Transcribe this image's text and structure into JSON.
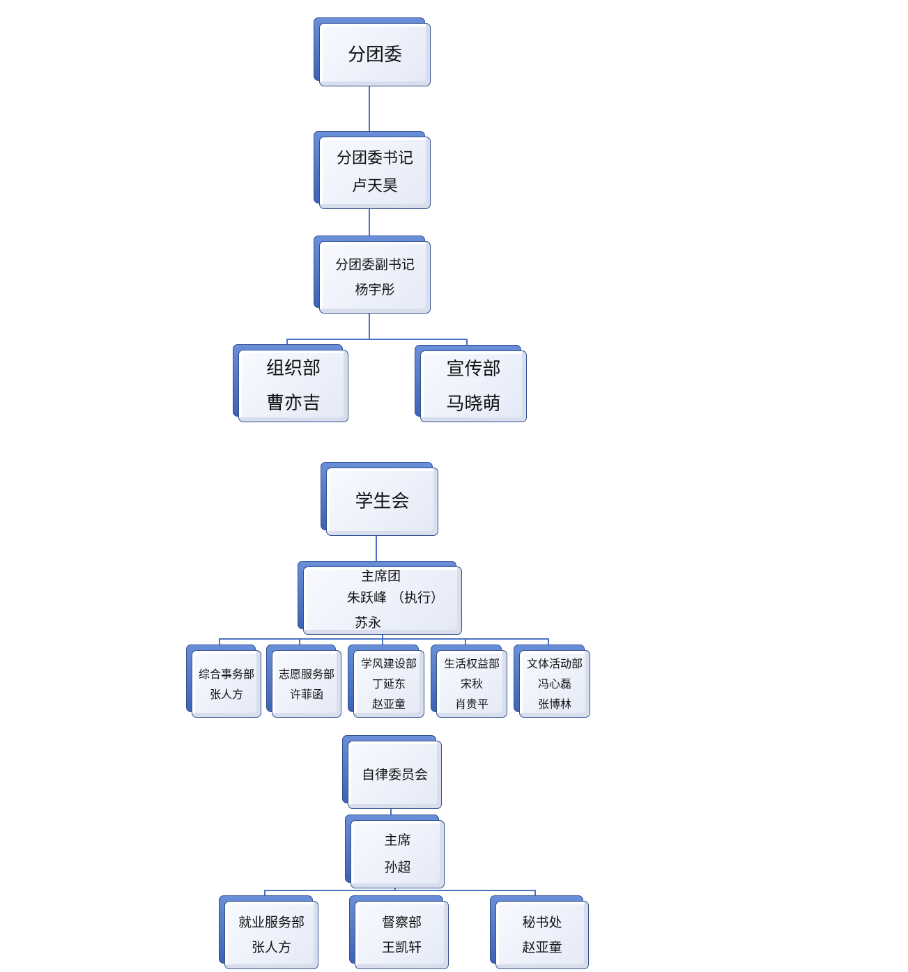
{
  "youth_league": {
    "root": "分团委",
    "secretary": {
      "title": "分团委书记",
      "name": "卢天昊"
    },
    "deputy": {
      "title": "分团委副书记",
      "name": "杨宇彤"
    },
    "departments": [
      {
        "title": "组织部",
        "name": "曹亦吉"
      },
      {
        "title": "宣传部",
        "name": "马晓萌"
      }
    ]
  },
  "student_union": {
    "root": "学生会",
    "presidium": {
      "title": "主席团",
      "line2": "朱跃峰 （执行）",
      "line3": "苏永"
    },
    "departments": [
      {
        "title": "综合事务部",
        "names": [
          "张人方"
        ]
      },
      {
        "title": "志愿服务部",
        "names": [
          "许菲函"
        ]
      },
      {
        "title": "学风建设部",
        "names": [
          "丁延东",
          "赵亚童"
        ]
      },
      {
        "title": "生活权益部",
        "names": [
          "宋秋",
          "肖贵平"
        ]
      },
      {
        "title": "文体活动部",
        "names": [
          "冯心磊",
          "张博林"
        ]
      }
    ]
  },
  "self_discipline": {
    "root": "自律委员会",
    "chair": {
      "title": "主席",
      "name": "孙超"
    },
    "departments": [
      {
        "title": "就业服务部",
        "name": "张人方"
      },
      {
        "title": "督察部",
        "name": "王凯轩"
      },
      {
        "title": "秘书处",
        "name": "赵亚童"
      }
    ]
  },
  "colors": {
    "line": "#4a72c4",
    "box_back": "#4a6fbf",
    "box_border": "#2f4f8f"
  }
}
